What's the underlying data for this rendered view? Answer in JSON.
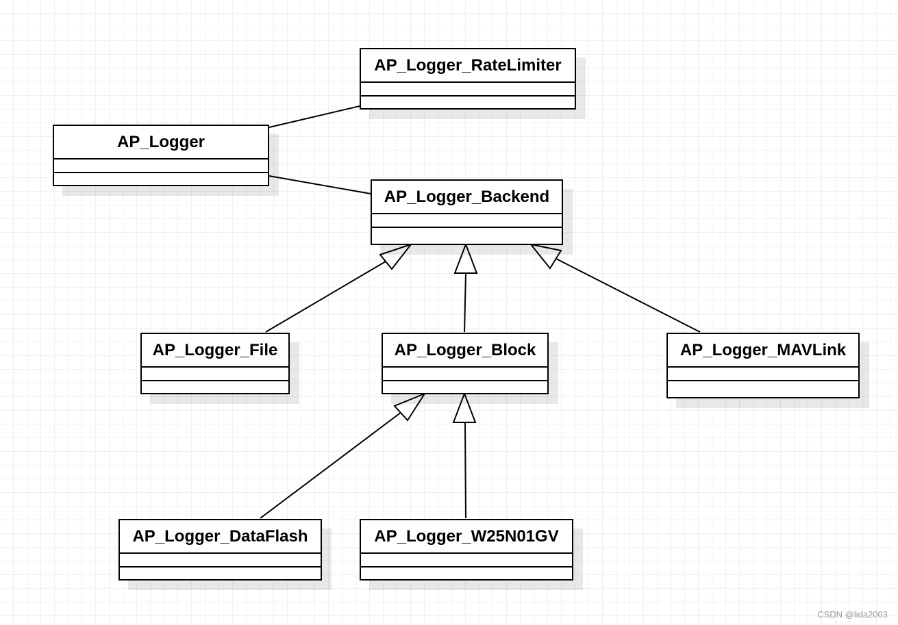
{
  "diagram": {
    "classes": {
      "rate_limiter": "AP_Logger_RateLimiter",
      "logger": "AP_Logger",
      "backend": "AP_Logger_Backend",
      "file": "AP_Logger_File",
      "block": "AP_Logger_Block",
      "mavlink": "AP_Logger_MAVLink",
      "dataflash": "AP_Logger_DataFlash",
      "w25n01gv": "AP_Logger_W25N01GV"
    },
    "relationships": [
      {
        "from": "AP_Logger",
        "to": "AP_Logger_RateLimiter",
        "type": "association"
      },
      {
        "from": "AP_Logger",
        "to": "AP_Logger_Backend",
        "type": "association"
      },
      {
        "from": "AP_Logger_File",
        "to": "AP_Logger_Backend",
        "type": "generalization"
      },
      {
        "from": "AP_Logger_Block",
        "to": "AP_Logger_Backend",
        "type": "generalization"
      },
      {
        "from": "AP_Logger_MAVLink",
        "to": "AP_Logger_Backend",
        "type": "generalization"
      },
      {
        "from": "AP_Logger_DataFlash",
        "to": "AP_Logger_Block",
        "type": "generalization"
      },
      {
        "from": "AP_Logger_W25N01GV",
        "to": "AP_Logger_Block",
        "type": "generalization"
      }
    ]
  },
  "watermark": "CSDN @lida2003"
}
